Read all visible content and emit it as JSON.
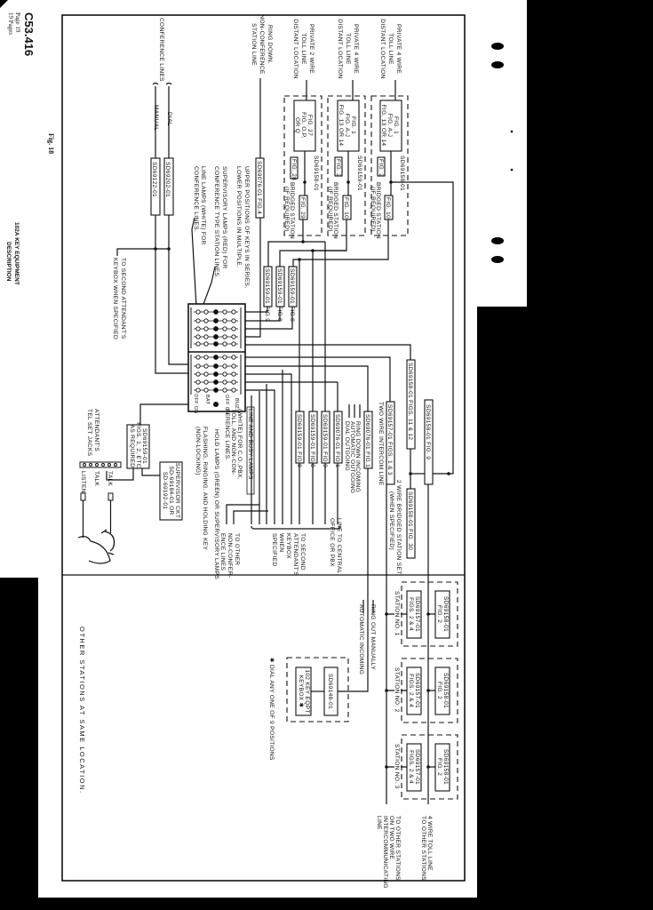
{
  "header": {
    "doc_number": "C53.416",
    "page": "Page 19",
    "pages": "19 Pages",
    "figure": "Fig. 18",
    "title_line1": "102A KEY EQUIPMENT",
    "title_line2": "DESCRIPTION"
  },
  "inputs": {
    "toll4a": [
      "PRIVATE 4 WIRE",
      "TOLL LINE",
      "DISTANT LOCATION"
    ],
    "toll4b": [
      "PRIVATE 4 WIRE",
      "TOLL LINE",
      "DISTANT LOCATION"
    ],
    "toll2": [
      "PRIVATE 2 WIRE",
      "TOLL LINE",
      "DISTANT LOCATION"
    ],
    "ringdown": [
      "RING DOWN,",
      "NON-CONFERENCE",
      "STATION LINE"
    ],
    "conference": "CONFERENCE LINES",
    "dial": "DIAL",
    "manual": "MANUAL"
  },
  "groups": [
    {
      "fig": [
        "FIG. 1",
        "FIG. A-J",
        "FIG. 13 OR 14"
      ],
      "sd": "SD69158-01",
      "small": "FIG. 2",
      "fig_b": "FIG. 10",
      "bridged": "BRIDGED STATION",
      "ifreq": "(IF REQUIRED)"
    },
    {
      "fig": [
        "FIG. 1",
        "FIG. A-J",
        "FIG. 13 OR 14"
      ],
      "sd": "SD69159-01",
      "small": "FIG. 2",
      "fig_b": "FIG. 10",
      "bridged": "BRIDGED STATION",
      "ifreq": "(IF REQUIRED)"
    },
    {
      "fig": [
        "FIG. 27",
        "FIG. O,P,",
        "OR Q"
      ],
      "sd": "SD69158-01",
      "small": "FIG. 28",
      "fig_b": "FIG. 29",
      "bridged": "BRIDGED STATION",
      "ifreq": "(IF REQUIRED)"
    }
  ],
  "boxes": {
    "ringdown_box": "SD69076-01 FIG.4",
    "dial_box": "SD69202-01",
    "manual_box": "SD69122-01",
    "upper": [
      "SD69159-01 FIG.9",
      "SD69159-01 FIG.8",
      "SD69159-01 FIG.8"
    ],
    "lower": [
      "SD69076-01 FIG.1",
      "SD69159-01 FIG.9",
      "SD69159-01 FIG.8",
      "SD69159-01 FIG.8"
    ],
    "ringdown_fig1": "SD69076-01 FIG.1",
    "intercom": "SD69157-01 FIGS. 1 & 3",
    "figs11_12": "SD69158-01 FIGS. 11 & 12",
    "fig9": "SD69158-01 FIG. 9",
    "fig30": "SD69158-01 FIG. 30",
    "attendant": [
      "SD69159-01",
      "FIGS. 1, 2, ETC.",
      "AS REQUIRED"
    ],
    "supervisor": [
      "SUPERVISOR CKT",
      "SD-69184-01 OR",
      "SD-69192-01"
    ],
    "sd69148": "SD69148-01",
    "keybox102": [
      "102 KEY EQPT",
      "KEYBOX ✱"
    ]
  },
  "notes": {
    "upper_positions": [
      "UPPER POSITIONS OF KEYS IN SERIES,",
      "LOWER POSITIONS IN MULTIPLE."
    ],
    "supervisory": [
      "SUPERVISORY LAMPS (RED) FOR",
      "CONFERENCE TYPE STATION LINES."
    ],
    "line_lamps": [
      "LINE LAMPS (WHITE) FOR",
      "CONFERENCE LINES."
    ],
    "to_second_left": [
      "TO SECOND ATTENDANT'S",
      "KEYBOX WHEN SPECIFIED"
    ],
    "intercom_label": "TWO WIRE INTERCOM LINE",
    "bridged_set": [
      "2 WIRE BRIDGED STATION SET",
      "(WHEN SPECIFIED)"
    ],
    "ringdown_legend": [
      "RING DOWN INCOMING",
      "AUTOMATIC OUTGOING",
      "DIAL OUTGOING"
    ],
    "line_to_co": [
      "LINE TO CENTRAL",
      "OFFICE OR PBX"
    ],
    "to_second_right": [
      "TO SECOND",
      "ATTENDANT'S",
      "KEYBOX",
      "WHEN",
      "SPECIFIED"
    ],
    "line_busy": [
      "LINE AND BUSY LAMPS",
      "(WHITE) FOR C.O.,PBX,",
      "TOLL, AND NON-CON-",
      "FERENCE LINES."
    ],
    "hold_lamps": [
      "HOLD LAMPS (GREEN) OR SUPERVISORY LAMPS",
      "FLASHING, RINGING, AND HOLDING KEY",
      "(NON-LOCKING)"
    ],
    "to_other_nonconf": [
      "TO OTHER",
      "NON-CONFER-",
      "ENCE LINES"
    ],
    "key_labels": {
      "buz": "BUZ",
      "off_on_1": "OFF ON",
      "bat": "BAT",
      "off_on_2": "OFF ON"
    },
    "jacks": [
      "ATTENDANT'S",
      "TEL SET JACKS"
    ],
    "talk1": "TALK",
    "talk2": "TALK",
    "listen": "LISTEN",
    "ring_out": "RING OUT MANUALLY",
    "auto_incoming": "AUTOMATIC INCOMING",
    "dial_any": "✱ DIAL ANY ONE OF 9 POSITIONS",
    "other_stations": "OTHER STATIONS AT SAME LOCATION.",
    "four_wire_other": [
      "4 WIRE TOLL LINE",
      "TO OTHER STATIONS"
    ],
    "two_wire_other": [
      "TO OTHER STATIONS",
      "ON TWO WIRE",
      "INTERCOMMUNICATING",
      "LINE"
    ]
  },
  "stations": [
    {
      "label": "STATION NO. 1",
      "toll_box": [
        "SD69158-01",
        "FIG. 2"
      ],
      "intercom_box": [
        "SD69157-01",
        "FIGS. 2 & 4"
      ]
    },
    {
      "label": "STATION NO. 2",
      "toll_box": [
        "SD69158-01",
        "FIG. 2"
      ],
      "intercom_box": [
        "SD69157-01",
        "FIGS. 2 & 4"
      ]
    },
    {
      "label": "STATION NO. 3",
      "toll_box": [
        "SD69158-01",
        "FIG. 2"
      ],
      "intercom_box": [
        "SD69157-01",
        "FIGS. 2 & 4"
      ]
    }
  ]
}
